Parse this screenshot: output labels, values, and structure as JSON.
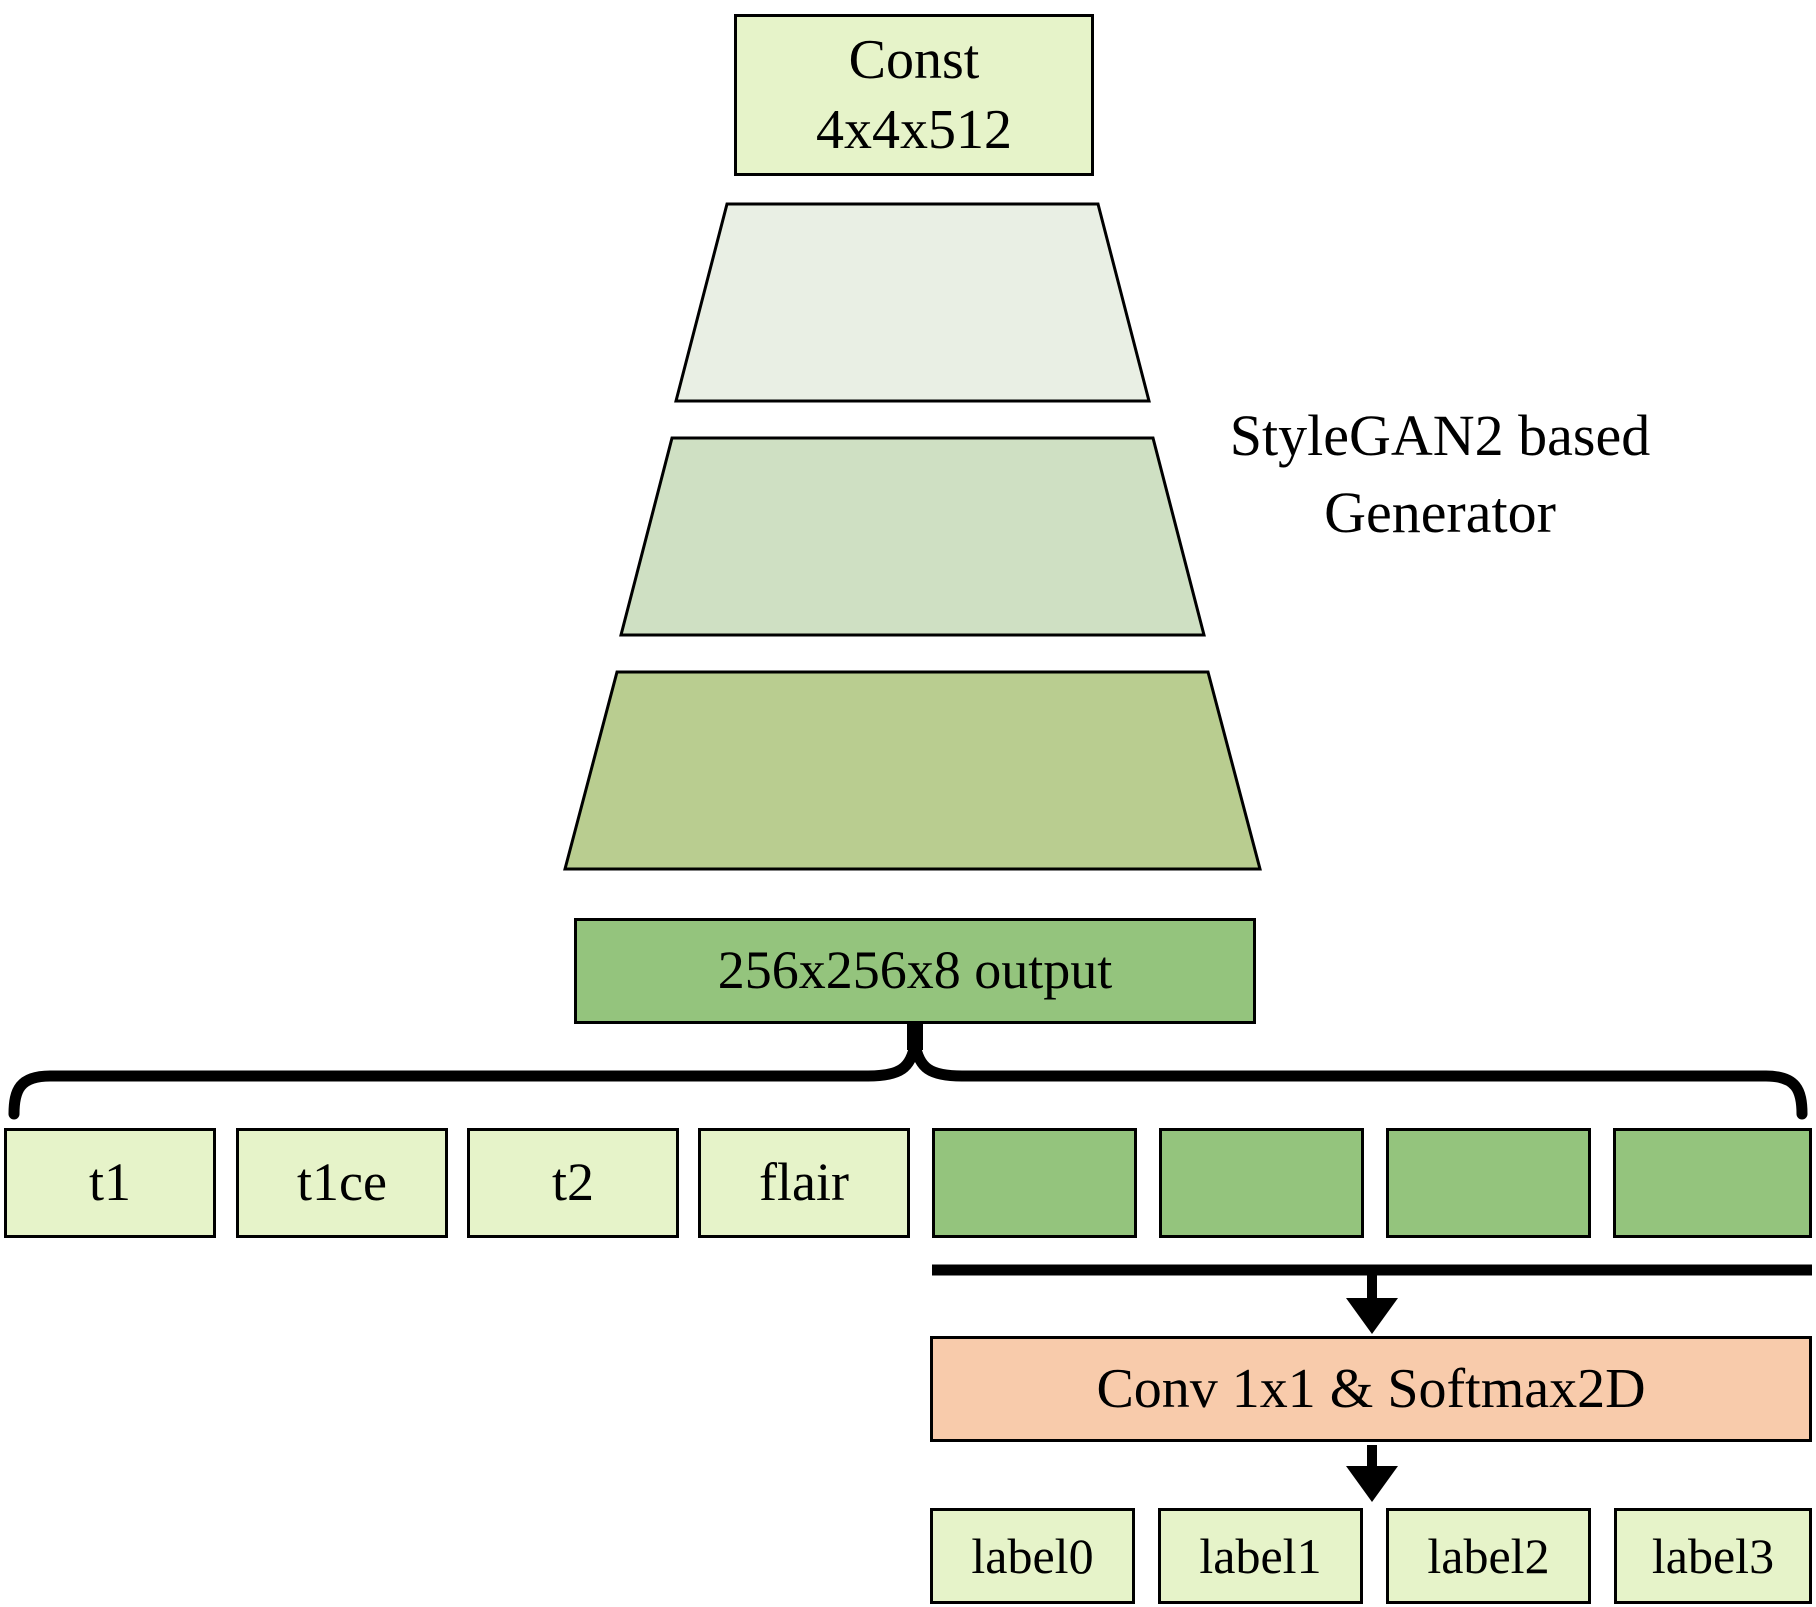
{
  "diagram": {
    "const_box": {
      "line1": "Const",
      "line2": "4x4x512"
    },
    "generator_label": {
      "line1": "StyleGAN2 based",
      "line2": "Generator"
    },
    "output_box": {
      "label": "256x256x8 output"
    },
    "modalities": [
      "t1",
      "t1ce",
      "t2",
      "flair"
    ],
    "channel_boxes_count": 4,
    "conv_box": {
      "label": "Conv 1x1 & Softmax2D"
    },
    "labels": [
      "label0",
      "label1",
      "label2",
      "label3"
    ],
    "colors": {
      "light_yellow_green": "#e6f3c9",
      "trapezoid_light": "#e9efe4",
      "trapezoid_mid": "#cfe0c3",
      "trapezoid_dark": "#b9cd90",
      "green": "#94c47d",
      "peach": "#f8cbab",
      "outline": "#000000"
    }
  }
}
